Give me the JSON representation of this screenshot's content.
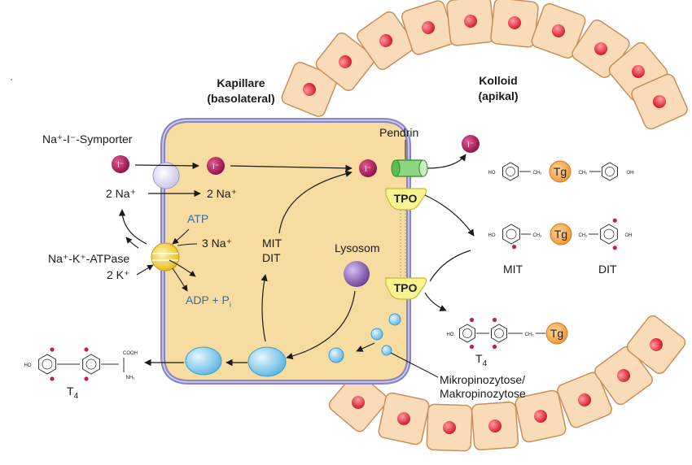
{
  "colors": {
    "cell_fill": "#f6dca0",
    "cell_border": "#8a86c4",
    "follicle_fill": "#f9dcb7",
    "follicle_border": "#c98e59",
    "nucleus": "#e0303f",
    "iodide": "#b0185a",
    "tg": "#f2a040",
    "tpo": "#f8f290",
    "atpase": "#f5cf30",
    "lysosome": "#8e63b8",
    "vesicle": "#a8dcf3",
    "pendrin": "#56c050",
    "label_blue": "#2f6fb0"
  },
  "regions": {
    "capillary_line1": "Kapillare",
    "capillary_line2": "(basolateral)",
    "colloid_line1": "Kolloid",
    "colloid_line2": "(apikal)"
  },
  "transporters": {
    "symporter": "Na⁺-I⁻-Symporter",
    "atpase": "Na⁺-K⁺-ATPase",
    "pendrin": "Pendrin",
    "tpo": "TPO"
  },
  "ions": {
    "iodide": "I⁻",
    "na2_left": "2 Na⁺",
    "na2_right": "2 Na⁺",
    "na3": "3 Na⁺",
    "k2": "2 K⁺",
    "atp": "ATP",
    "adp_main": "ADP + P",
    "adp_sub": "i"
  },
  "organelles": {
    "lysosome": "Lysosom",
    "mit": "MIT",
    "dit": "DIT",
    "endocytosis_line1": "Mikropinozytose/",
    "endocytosis_line2": "Makropinozytose"
  },
  "molecules": {
    "tg": "Tg",
    "mit_label": "MIT",
    "dit_label": "DIT",
    "t4_main": "T",
    "t4_sub": "4",
    "ho": "HO",
    "oh": "OH",
    "ch2": "CH₂",
    "cooh": "COOH",
    "nh2": "NH₂"
  }
}
